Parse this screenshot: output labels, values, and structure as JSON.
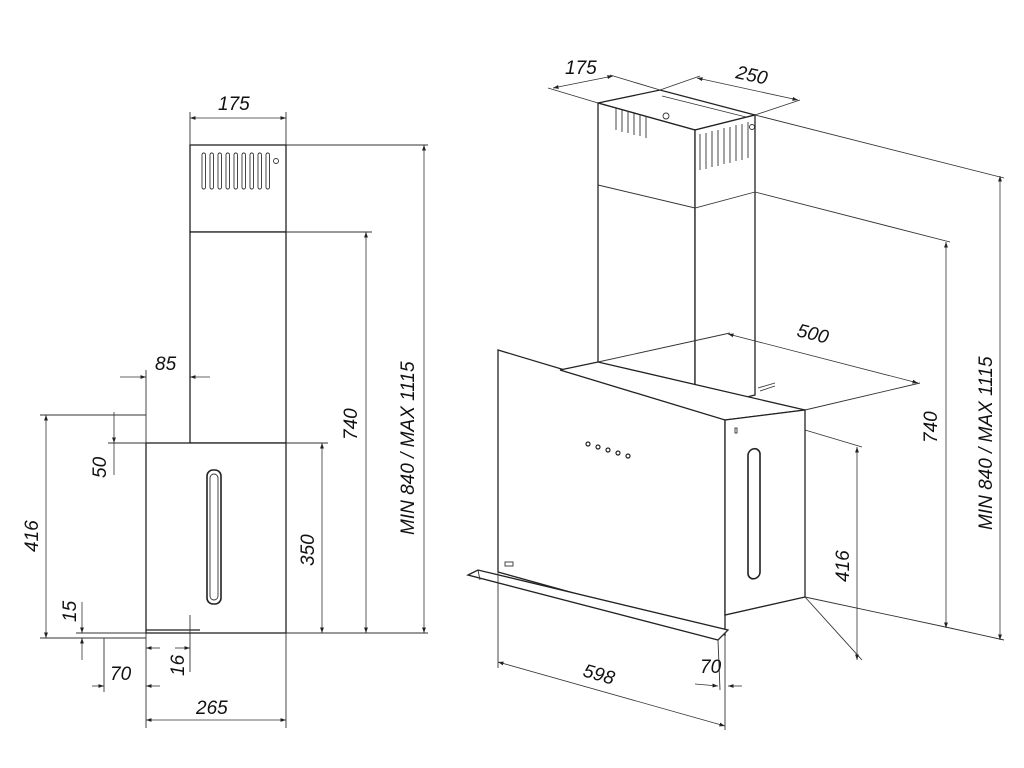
{
  "side_view": {
    "chimney_width": "175",
    "vertical_740": "740",
    "height_range": "MIN 840 / MAX 1115",
    "overhang": "85",
    "top_offset": "50",
    "body_height": "416",
    "lower_height": "350",
    "bottom_gap": "15",
    "offset_70": "70",
    "bottom_16": "16",
    "depth": "265"
  },
  "iso_view": {
    "chimney_depth": "175",
    "chimney_width": "250",
    "width_500": "500",
    "vertical_740": "740",
    "height_range": "MIN 840 / MAX 1115",
    "body_height": "416",
    "width_598": "598",
    "offset_70": "70"
  }
}
